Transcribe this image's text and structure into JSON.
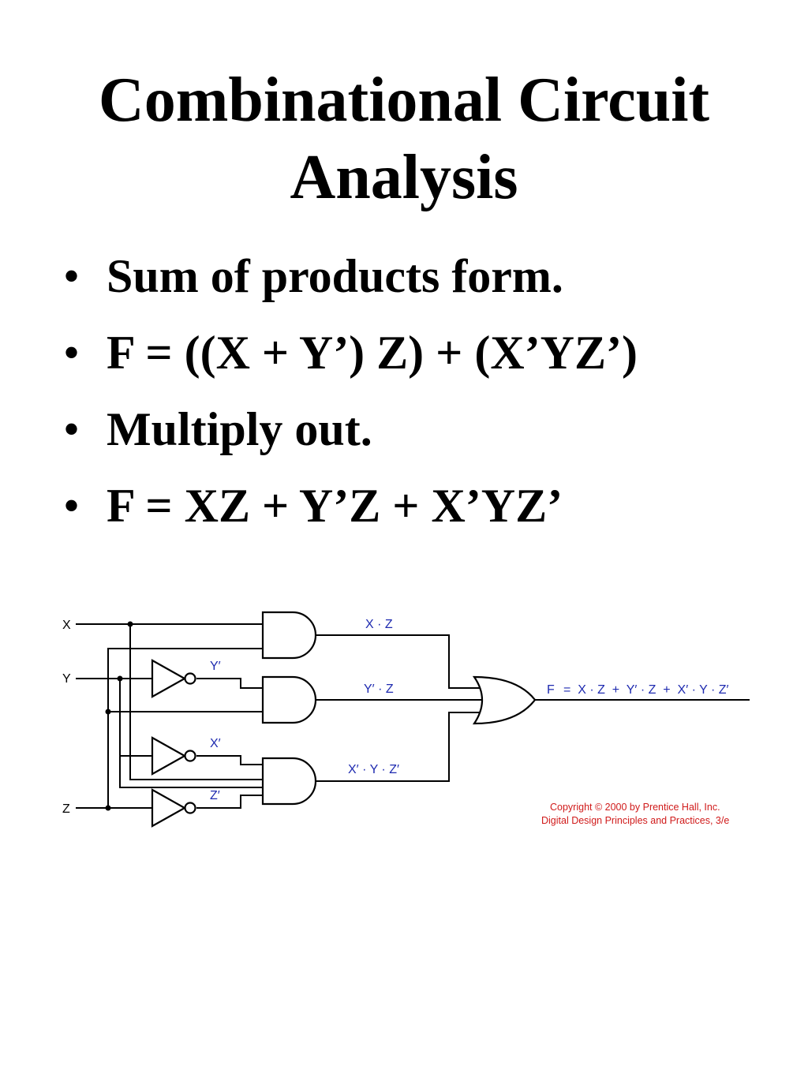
{
  "slide": {
    "title_line1": "Combinational Circuit",
    "title_line2": "Analysis",
    "bullet_symbol": "•",
    "bullets": [
      "Sum of products form.",
      "F = ((X + Y’) Z) + (X’YZ’)",
      "Multiply out.",
      "F = XZ + Y’Z + X’YZ’"
    ]
  },
  "circuit": {
    "inputs": [
      "X",
      "Y",
      "Z"
    ],
    "inverter_outputs": [
      "Y′",
      "X′",
      "Z′"
    ],
    "and_outputs": [
      "X · Z",
      "Y′ · Z",
      "X′ · Y · Z′"
    ],
    "output_label": "F",
    "output_expression": "=  X · Z  +  Y′ · Z  +  X′ · Y · Z′",
    "signal_label_color": "#1f2bb0",
    "copyright_color": "#d01a1a",
    "copyright_line1": "Copyright © 2000 by Prentice Hall, Inc.",
    "copyright_line2": "Digital Design Principles and Practices, 3/e"
  }
}
